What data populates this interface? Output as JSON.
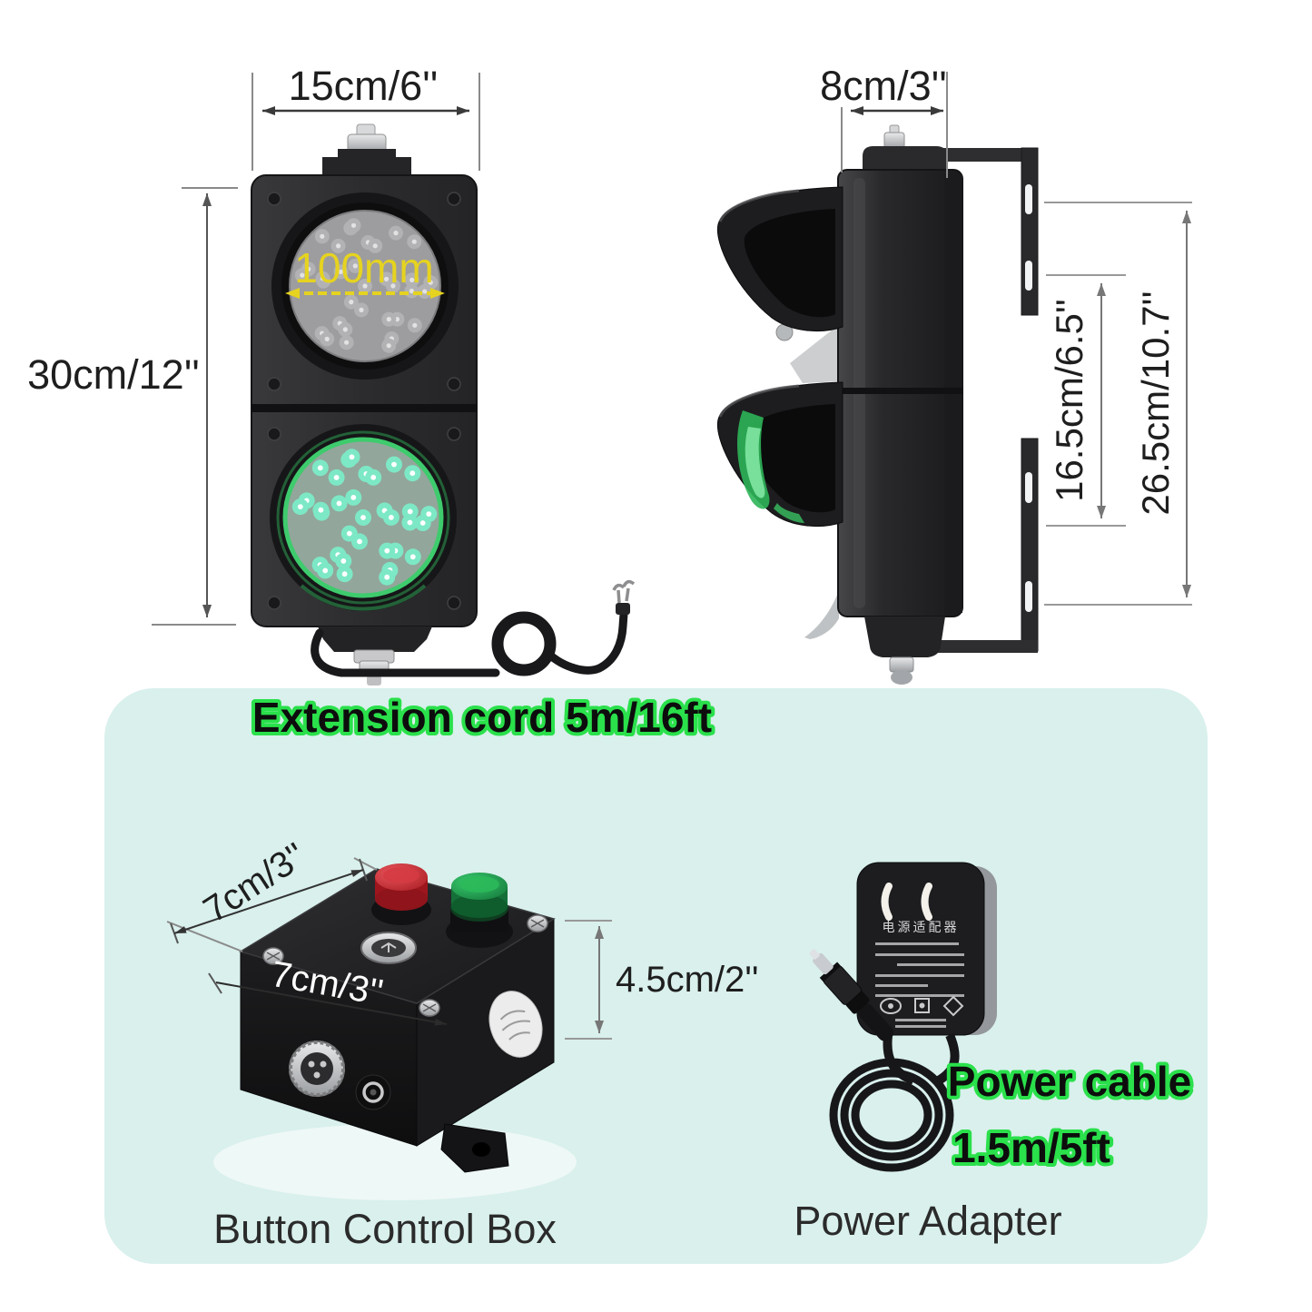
{
  "front_view": {
    "width_dim": "15cm/6''",
    "height_dim": "30cm/12''",
    "lens_diameter": "100mm",
    "cord_label": "Extension cord 5m/16ft"
  },
  "side_view": {
    "width_dim": "8cm/3''",
    "bracket_spacing_dim": "16.5cm/6.5''",
    "overall_height_dim": "26.5cm/10.7''"
  },
  "accessories": {
    "control_box": {
      "depth_dim": "7cm/3''",
      "width_dim": "7cm/3''",
      "height_dim": "4.5cm/2''",
      "caption": "Button Control Box"
    },
    "power_adapter": {
      "label_title": "电源适配器",
      "cable_label": "Power cable",
      "cable_length": "1.5m/5ft",
      "caption": "Power Adapter"
    }
  },
  "colors": {
    "panel_bg": "#d9f0ec",
    "outline_green": "#2ae04b",
    "lens_label_yellow": "#e6d31f",
    "led_green": "#7de8c5",
    "button_red": "#c4262e",
    "button_green": "#1fa14c"
  }
}
